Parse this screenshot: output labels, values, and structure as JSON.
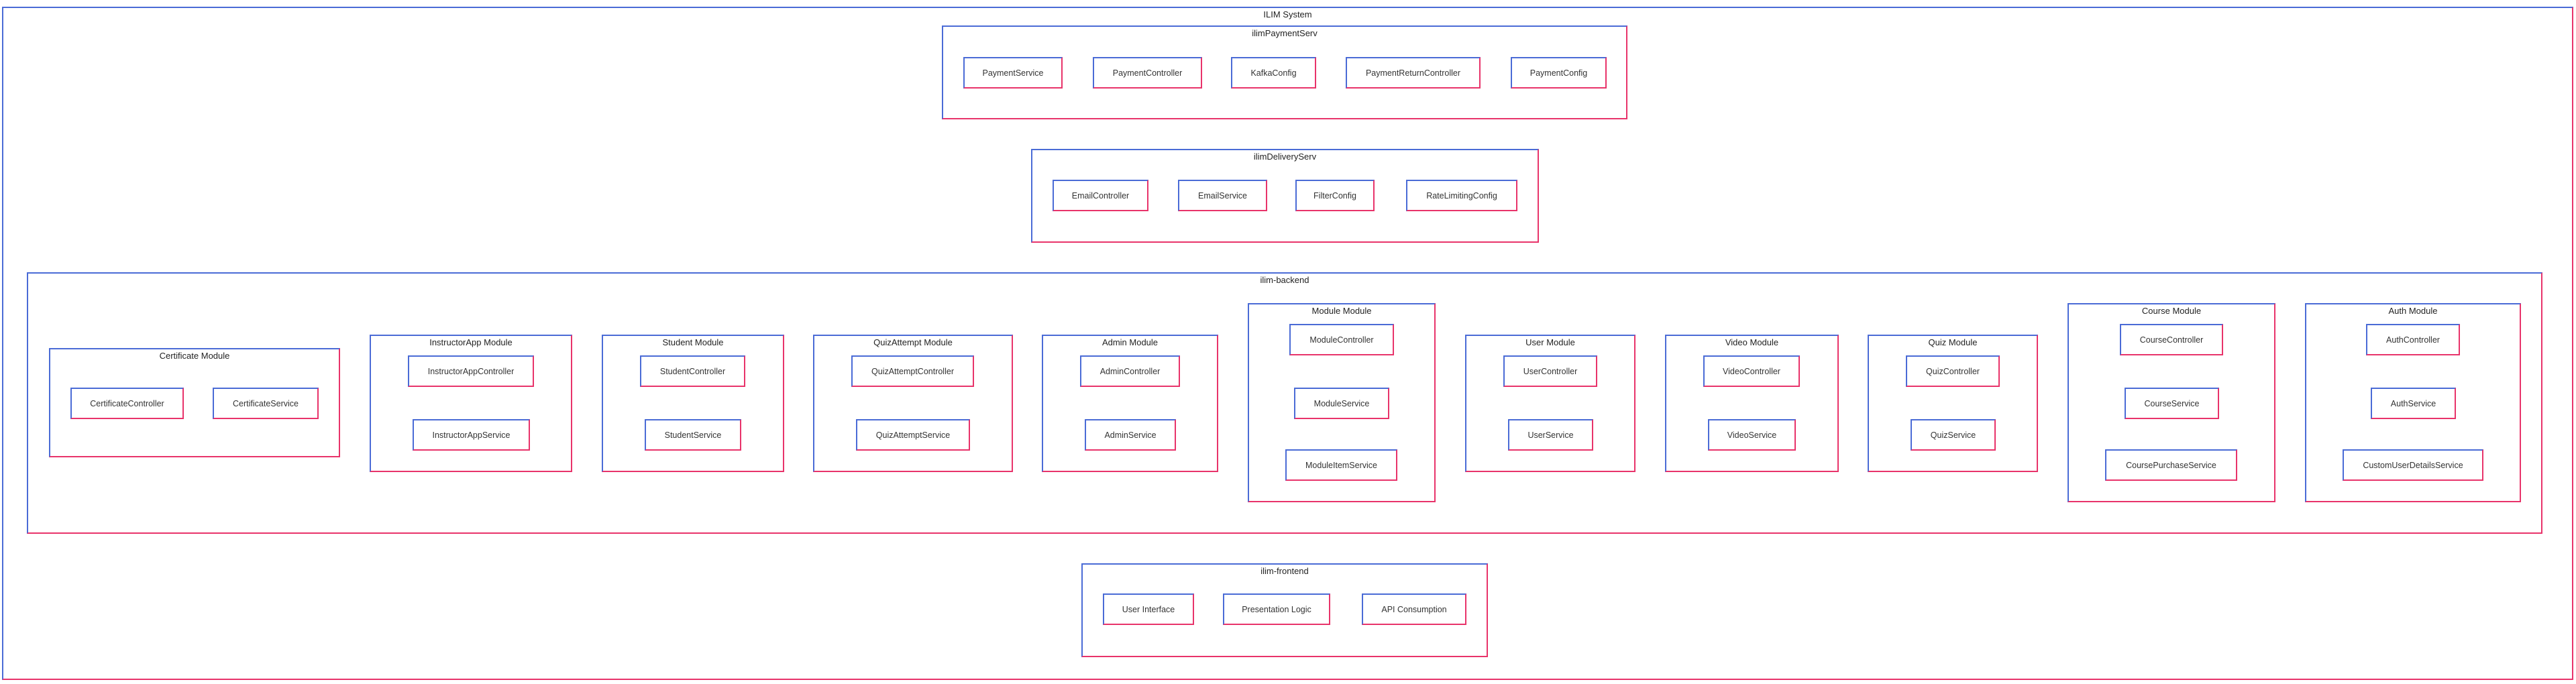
{
  "system": {
    "title": "ILIM System",
    "payment": {
      "title": "ilimPaymentServ",
      "components": [
        "PaymentService",
        "PaymentController",
        "KafkaConfig",
        "PaymentReturnController",
        "PaymentConfig"
      ]
    },
    "delivery": {
      "title": "ilimDeliveryServ",
      "components": [
        "EmailController",
        "EmailService",
        "FilterConfig",
        "RateLimitingConfig"
      ]
    },
    "backend": {
      "title": "ilim-backend",
      "modules": [
        {
          "title": "Certificate Module",
          "components": [
            "CertificateController",
            "CertificateService"
          ]
        },
        {
          "title": "InstructorApp Module",
          "components": [
            "InstructorAppController",
            "InstructorAppService"
          ]
        },
        {
          "title": "Student Module",
          "components": [
            "StudentController",
            "StudentService"
          ]
        },
        {
          "title": "QuizAttempt Module",
          "components": [
            "QuizAttemptController",
            "QuizAttemptService"
          ]
        },
        {
          "title": "Admin Module",
          "components": [
            "AdminController",
            "AdminService"
          ]
        },
        {
          "title": "Module Module",
          "components": [
            "ModuleController",
            "ModuleService",
            "ModuleItemService"
          ]
        },
        {
          "title": "User Module",
          "components": [
            "UserController",
            "UserService"
          ]
        },
        {
          "title": "Video Module",
          "components": [
            "VideoController",
            "VideoService"
          ]
        },
        {
          "title": "Quiz Module",
          "components": [
            "QuizController",
            "QuizService"
          ]
        },
        {
          "title": "Course Module",
          "components": [
            "CourseController",
            "CourseService",
            "CoursePurchaseService"
          ]
        },
        {
          "title": "Auth Module",
          "components": [
            "AuthController",
            "AuthService",
            "CustomUserDetailsService"
          ]
        }
      ]
    },
    "frontend": {
      "title": "ilim-frontend",
      "components": [
        "User Interface",
        "Presentation Logic",
        "API Consumption"
      ]
    }
  }
}
